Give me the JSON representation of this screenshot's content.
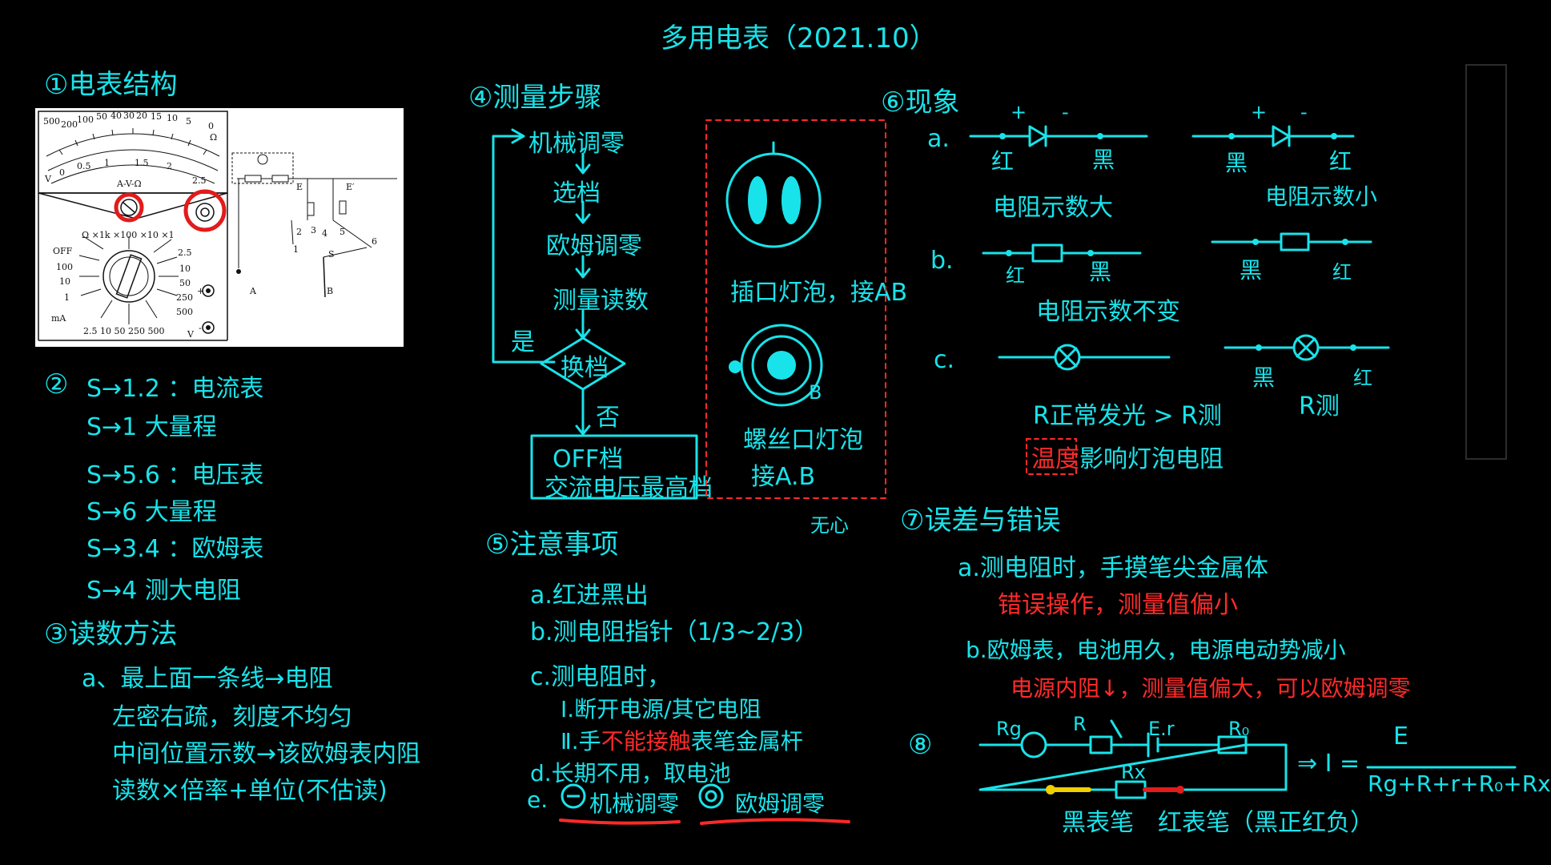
{
  "title": "多用电表（2021.10）",
  "s1": {
    "heading": "①电表结构"
  },
  "meter": {
    "scale_top": [
      "500",
      "200",
      "100",
      "50",
      "40",
      "30",
      "20",
      "15",
      "10",
      "5",
      "0"
    ],
    "scale_ohm": "Ω",
    "scale_mid": "A-V-Ω",
    "scale_bottom": [
      "0",
      "0.5",
      "1",
      "1.5",
      "2",
      "2.5"
    ],
    "scale_left_v": "V",
    "range_header": "Ω ×1k ×100 ×10 ×1",
    "off_label": "OFF",
    "ma_ticks": [
      "100",
      "10",
      "1"
    ],
    "ma_unit": "mA",
    "v_ticks": [
      "2.5",
      "10",
      "50",
      "250",
      "500"
    ],
    "bottom_ticks": "2.5 10 50 250 500",
    "v_unit": "V",
    "plus": "+",
    "minus": "-"
  },
  "circuit": {
    "a": "A",
    "b": "B",
    "e1": "E",
    "e2": "E′",
    "s": "S",
    "n1": "1",
    "n2": "2",
    "n3": "3",
    "n4": "4",
    "n5": "5",
    "n6": "6"
  },
  "s2": {
    "heading": "②",
    "lines": [
      "S→1.2 ：电流表",
      "S→1 大量程",
      "S→5.6 ：电压表",
      "S→6 大量程",
      "S→3.4 ：欧姆表",
      "S→4 测大电阻"
    ]
  },
  "s3": {
    "heading": "③读数方法",
    "lines": [
      "a、最上面一条线→电阻",
      "左密右疏，刻度不均匀",
      "中间位置示数→该欧姆表内阻",
      "读数×倍率+单位(不估读)"
    ]
  },
  "s4": {
    "heading": "④测量步骤",
    "steps": [
      "机械调零",
      "选档",
      "欧姆调零",
      "测量读数"
    ],
    "diamond": "换档",
    "yes": "是",
    "no": "否",
    "end_lines": [
      "OFF档",
      "交流电压最高档"
    ],
    "bulb_caption1": "插口灯泡，接AB",
    "bulb_caption2": [
      "螺丝口灯泡",
      "接A.B"
    ],
    "pin_a": "A",
    "pin_b": "B",
    "note": "无心"
  },
  "s5": {
    "heading": "⑤注意事项",
    "a": "a.红进黑出",
    "b": "b.测电阻指针（1/3~2/3）",
    "c": "c.测电阻时，",
    "c1": "Ⅰ.断开电源/其它电阻",
    "c2_pre": "Ⅱ.手",
    "c2_red": "不能接触",
    "c2_post": "表笔金属杆",
    "d": "d.长期不用，取电池",
    "e1": "机械调零",
    "e2": "欧姆调零",
    "e_prefix": "e."
  },
  "s6": {
    "heading": "⑥现象",
    "a": "a.",
    "b": "b.",
    "c": "c.",
    "red": "红",
    "black": "黑",
    "plus": "+",
    "minus": "-",
    "a1": "电阻示数大",
    "a2": "电阻示数小",
    "b_text": "电阻示数不变",
    "r_line": "R正常发光 > R测",
    "r_meas": "R测",
    "temp_red": "温度",
    "temp_rest": "影响灯泡电阻"
  },
  "s7": {
    "heading": "⑦误差与错误",
    "a": "a.测电阻时，手摸笔尖金属体",
    "a_red": "错误操作，测量值偏小",
    "b": "b.欧姆表，电池用久，电源电动势减小",
    "b_red": "电源内阻↓，测量值偏大，可以欧姆调零"
  },
  "s8": {
    "heading": "⑧",
    "rg": "Rg",
    "r": "R",
    "er": "E.r",
    "r0": "R₀",
    "rx": "Rx",
    "formula_lhs": "⇒ I =",
    "numerator": "E",
    "denominator": "Rg+R+r+R₀+Rx",
    "black_pen": "黑表笔",
    "red_pen": "红表笔（黑正红负）"
  },
  "colors": {
    "ink": "#19e3ea",
    "red": "#ff2a2a",
    "bg": "#000000"
  }
}
